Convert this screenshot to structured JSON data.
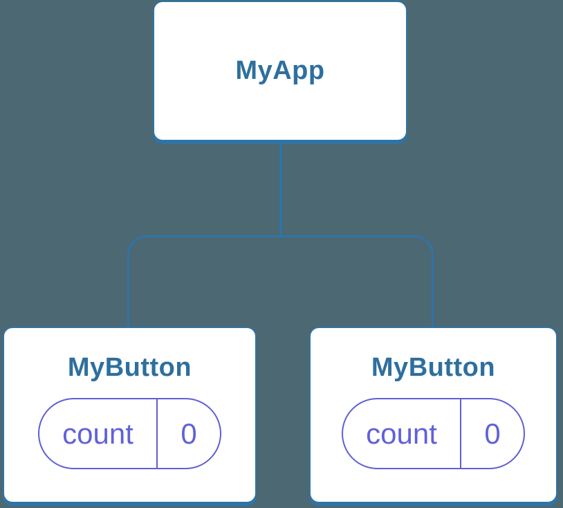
{
  "colors": {
    "background": "#4C6872",
    "node-stroke": "#2F74A6",
    "node-text": "#2E6F9E",
    "connector": "#2F74A6",
    "pill-stroke": "#5E5ED7",
    "pill-text": "#6161D9",
    "card-bg": "#FFFFFF"
  },
  "tree": {
    "root": {
      "label": "MyApp"
    },
    "children": [
      {
        "label": "MyButton",
        "state": {
          "key": "count",
          "value": "0"
        }
      },
      {
        "label": "MyButton",
        "state": {
          "key": "count",
          "value": "0"
        }
      }
    ]
  }
}
